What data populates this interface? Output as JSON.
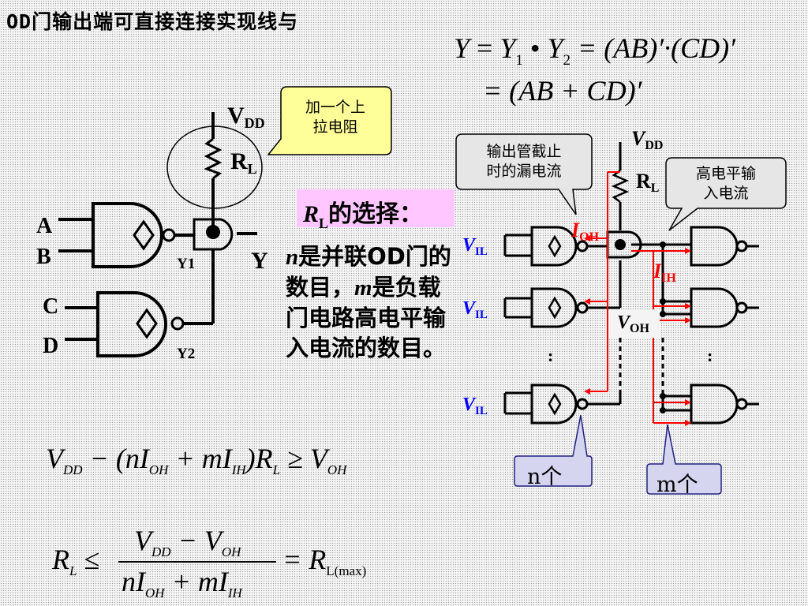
{
  "title": "OD门输出端可直接连接实现线与",
  "formula_top": {
    "line1_Y": "Y",
    "line1_eq": "=",
    "line1_Y1": "Y",
    "line1_Y1_sub": "1",
    "line1_dot": "•",
    "line1_Y2": "Y",
    "line1_Y2_sub": "2",
    "line1_rest": "= (AB)′·(CD)′",
    "line2": "= (AB + CD)′"
  },
  "left_circuit": {
    "vdd": "V",
    "vdd_sub": "DD",
    "rl": "R",
    "rl_sub": "L",
    "input_a": "A",
    "input_b": "B",
    "input_c": "C",
    "input_d": "D",
    "gate1_label": "Y1",
    "gate2_label": "Y2",
    "output": "Y",
    "bubble": [
      "加一个上",
      "拉电阻"
    ]
  },
  "rl_selection": {
    "r": "R",
    "r_sub": "L",
    "text": "的选择："
  },
  "description": {
    "n": "n",
    "part1": "是并联OD门的数目，",
    "m": "m",
    "part2": "是负载门电路高电平输入电流的数目。"
  },
  "right_circuit": {
    "vdd": "V",
    "vdd_sub": "DD",
    "rl": "R",
    "rl_sub": "L",
    "ioh": "I",
    "ioh_sub": "OH",
    "iih": "I",
    "iih_sub": "IH",
    "voh": "V",
    "voh_sub": "OH",
    "vil": "V",
    "vil_sub": "IL",
    "dots": ":",
    "bubble_leak": [
      "输出管截止",
      "时的漏电流"
    ],
    "bubble_high": [
      "高电平输",
      "入电流"
    ],
    "n_label": "n个",
    "m_label": "m个"
  },
  "formula_mid": {
    "lhs": "V",
    "lhs_sub": "DD",
    "mid": " − (nI",
    "mid_sub1": "OH",
    "mid2": " + mI",
    "mid_sub2": "IH",
    "mid3": ")R",
    "mid_sub3": "L",
    "rel": " ≥ V",
    "rel_sub": "OH"
  },
  "formula_bottom": {
    "lhs": "R",
    "lhs_sub": "L",
    "rel": "≤",
    "num": "V",
    "num_sub1": "DD",
    "num_mid": " − V",
    "num_sub2": "OH",
    "den": "nI",
    "den_sub1": "OH",
    "den_mid": " + mI",
    "den_sub2": "IH",
    "eq": "= R",
    "res_sub": "L(max)"
  },
  "colors": {
    "wire": "#000000",
    "current": "#ff0000",
    "vil": "#0000ff",
    "bubble_yellow": "#ffff99",
    "bubble_gray": "#e6e6e6",
    "pink": "#ffc6ff",
    "n_m_fill": "#d5d5f0"
  }
}
